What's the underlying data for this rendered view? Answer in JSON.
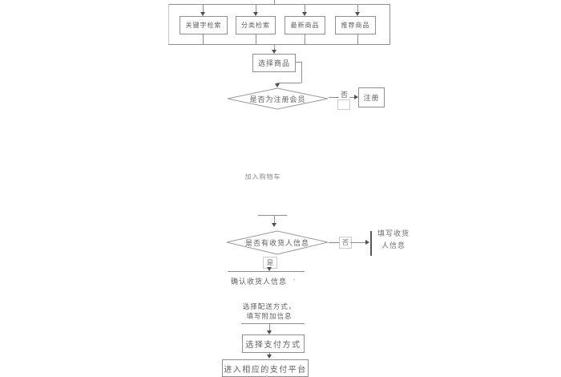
{
  "flowchart": {
    "top_row": [
      {
        "label": "关键字检索"
      },
      {
        "label": "分类检索"
      },
      {
        "label": "最新商品"
      },
      {
        "label": "推荐商品"
      }
    ],
    "select_product": "选择商品",
    "member_decision": "是否为注册会员",
    "member_no": "否",
    "register": "注册",
    "add_to_cart": "加入购物车",
    "consignee_decision": "是否有收货人信息",
    "consignee_no": "否",
    "consignee_yes": "是",
    "fill_consignee_line1": "填写收货",
    "fill_consignee_line2": "人信息",
    "confirm_consignee": "确认收货人信息",
    "confirm_mark": "'",
    "delivery_line1": "选择配送方式，",
    "delivery_line2": "填写附加信息",
    "select_payment": "选择支付方式",
    "enter_platform": "进入相应的支付平台"
  },
  "colors": {
    "line": "#8d8d8d",
    "arrow": "#4f4f4f",
    "text": "#5e5e5e",
    "faint": "#c7c7c7",
    "background": "#ffffff"
  }
}
